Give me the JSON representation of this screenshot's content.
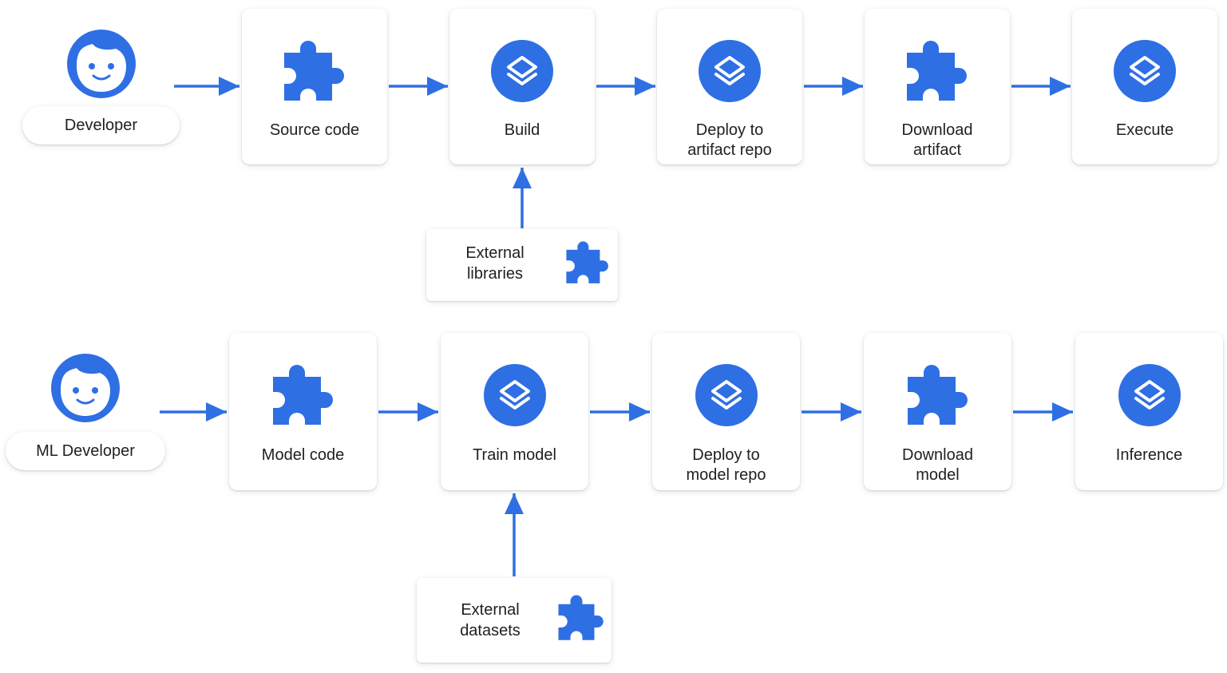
{
  "colors": {
    "accent": "#2f6fe4",
    "card_bg": "#ffffff",
    "text": "#202124"
  },
  "flows": [
    {
      "actor": {
        "label": "Developer",
        "icon": "person-face-icon"
      },
      "steps": [
        {
          "label": "Source code",
          "icon": "puzzle-piece-icon"
        },
        {
          "label": "Build",
          "icon": "layers-icon"
        },
        {
          "label": "Deploy to\nartifact repo",
          "icon": "layers-icon"
        },
        {
          "label": "Download\nartifact",
          "icon": "puzzle-piece-icon"
        },
        {
          "label": "Execute",
          "icon": "layers-icon"
        }
      ],
      "external": {
        "label": "External\nlibraries",
        "icon": "puzzle-piece-icon",
        "feeds_step": "Build"
      }
    },
    {
      "actor": {
        "label": "ML Developer",
        "icon": "person-face-icon"
      },
      "steps": [
        {
          "label": "Model code",
          "icon": "puzzle-piece-icon"
        },
        {
          "label": "Train model",
          "icon": "layers-icon"
        },
        {
          "label": "Deploy to\nmodel repo",
          "icon": "layers-icon"
        },
        {
          "label": "Download\nmodel",
          "icon": "puzzle-piece-icon"
        },
        {
          "label": "Inference",
          "icon": "layers-icon"
        }
      ],
      "external": {
        "label": "External\ndatasets",
        "icon": "puzzle-piece-icon",
        "feeds_step": "Train model"
      }
    }
  ]
}
